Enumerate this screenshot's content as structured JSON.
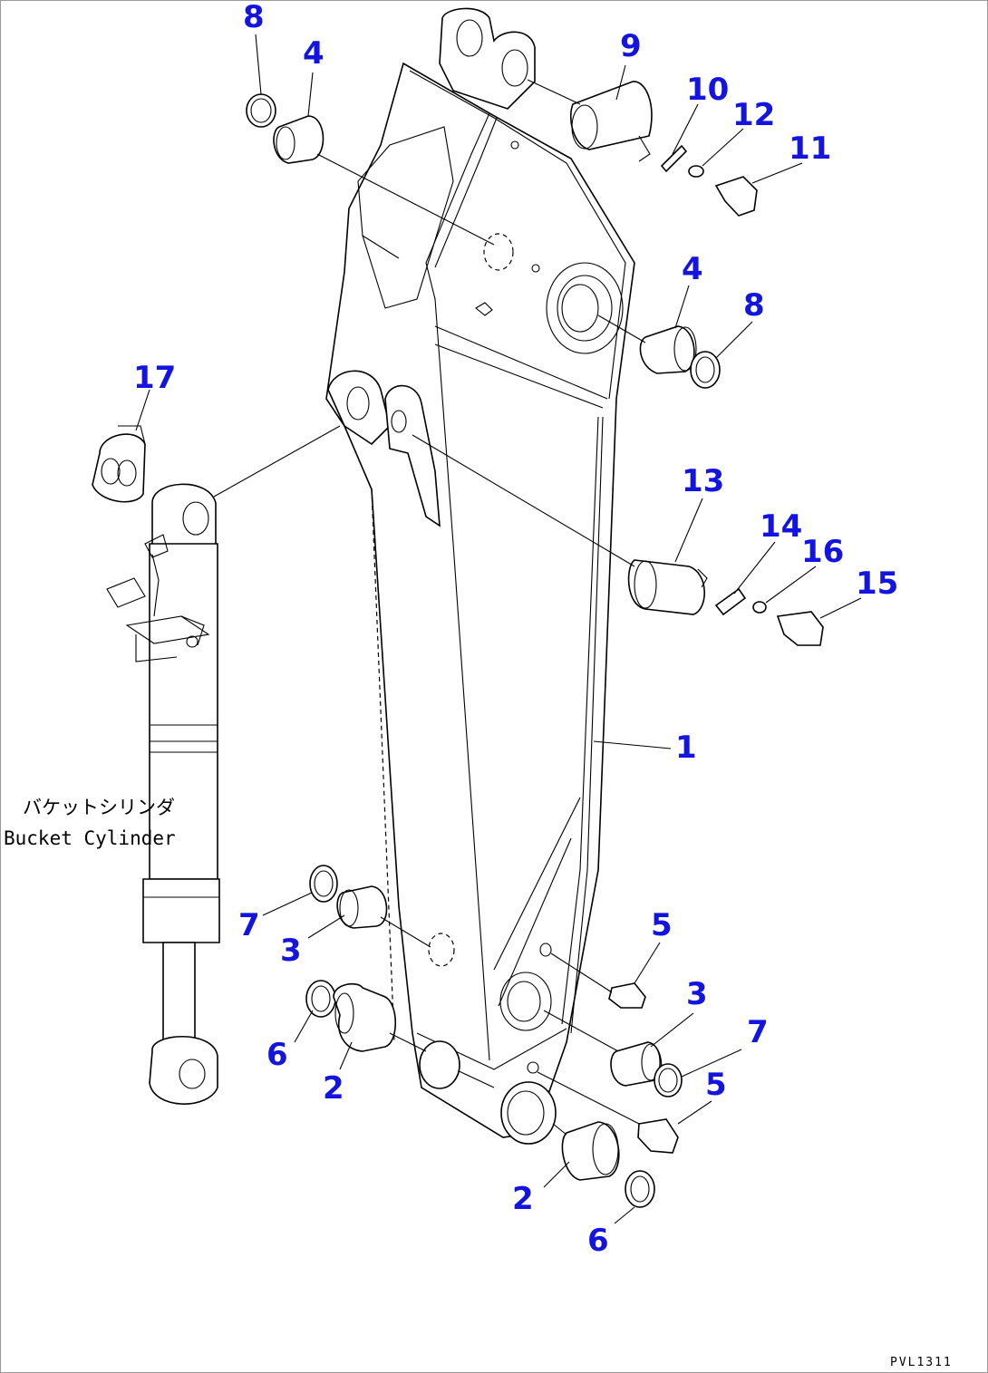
{
  "diagram": {
    "callouts": [
      {
        "id": "c8a",
        "text": "8"
      },
      {
        "id": "c4a",
        "text": "4"
      },
      {
        "id": "c9",
        "text": "9"
      },
      {
        "id": "c10",
        "text": "10"
      },
      {
        "id": "c12",
        "text": "12"
      },
      {
        "id": "c11",
        "text": "11"
      },
      {
        "id": "c4b",
        "text": "4"
      },
      {
        "id": "c8b",
        "text": "8"
      },
      {
        "id": "c17",
        "text": "17"
      },
      {
        "id": "c13",
        "text": "13"
      },
      {
        "id": "c14",
        "text": "14"
      },
      {
        "id": "c16",
        "text": "16"
      },
      {
        "id": "c15",
        "text": "15"
      },
      {
        "id": "c1",
        "text": "1"
      },
      {
        "id": "c7a",
        "text": "7"
      },
      {
        "id": "c3a",
        "text": "3"
      },
      {
        "id": "c5a",
        "text": "5"
      },
      {
        "id": "c3b",
        "text": "3"
      },
      {
        "id": "c6a",
        "text": "6"
      },
      {
        "id": "c7b",
        "text": "7"
      },
      {
        "id": "c2a",
        "text": "2"
      },
      {
        "id": "c5b",
        "text": "5"
      },
      {
        "id": "c2b",
        "text": "2"
      },
      {
        "id": "c6b",
        "text": "6"
      }
    ],
    "cylinder_label_jp": "バケットシリンダ",
    "cylinder_label_en": "Bucket Cylinder",
    "drawing_code": "PVL1311",
    "callout_color": "#1414e0"
  }
}
